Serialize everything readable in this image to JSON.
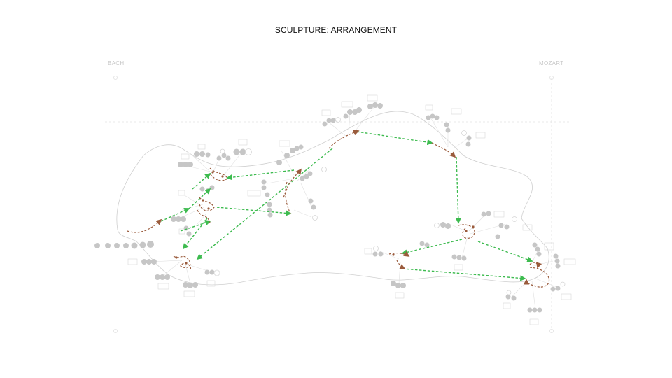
{
  "title": "SCULPTURE: ARRANGEMENT",
  "endpoints": {
    "left": "BACH",
    "right": "MOZART"
  },
  "colors": {
    "background": "#ffffff",
    "title": "#111111",
    "faint": "#c8c8c8",
    "outline": "#cfcfcf",
    "node": "#c6c6c6",
    "node_outline": "#e0e0e0",
    "transition": "#3dbb4f",
    "gesture": "#9a5b3c"
  },
  "icons": {
    "arrowhead": "triangle-arrowhead-icon",
    "node": "circle-node-icon",
    "tag": "label-box-icon"
  }
}
